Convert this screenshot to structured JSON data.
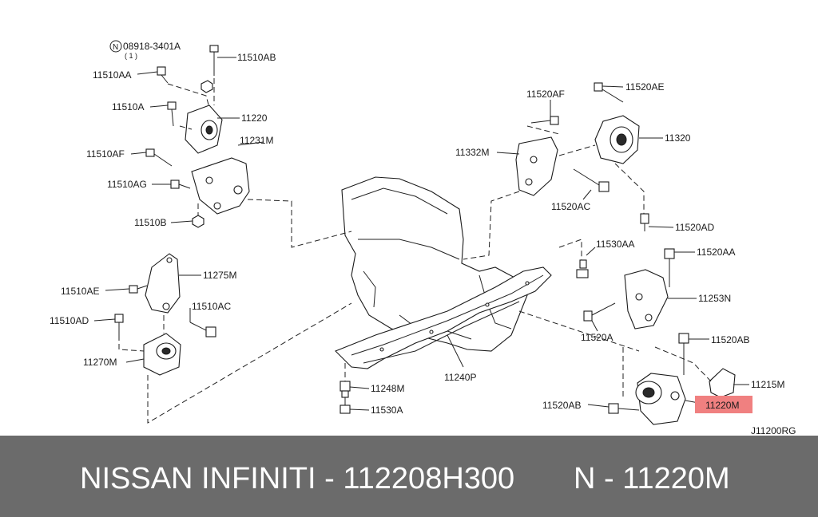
{
  "diagram": {
    "code": "J11200RG",
    "labels": {
      "l08918": "08918-3401A",
      "l08918_qty": "( 1 )",
      "l11510AB": "11510AB",
      "l11510AA": "11510AA",
      "l11510A": "11510A",
      "l11220": "11220",
      "l11231M": "11231M",
      "l11510AF": "11510AF",
      "l11510AG": "11510AG",
      "l11510B": "11510B",
      "l11510AE": "11510AE",
      "l11275M": "11275M",
      "l11510AD": "11510AD",
      "l11510AC": "11510AC",
      "l11270M": "11270M",
      "l11248M": "11248M",
      "l11530A": "11530A",
      "l11240P": "11240P",
      "l11520AF": "11520AF",
      "l11520AE": "11520AE",
      "l11332M": "11332M",
      "l11320": "11320",
      "l11520AC": "11520AC",
      "l11520AD": "11520AD",
      "l11530AA": "11530AA",
      "l11520AA": "11520AA",
      "l11253N": "11253N",
      "l11520A": "11520A",
      "l11520AB_top": "11520AB",
      "l11215M": "11215M",
      "l11220M": "11220M",
      "l11520AB_bottom": "11520AB"
    },
    "highlight_color": "#f08080"
  },
  "footer": {
    "left_text": "NISSAN  INFINITI - 112208H300",
    "right_text": "N - 11220M",
    "background": "#6b6b6b"
  }
}
